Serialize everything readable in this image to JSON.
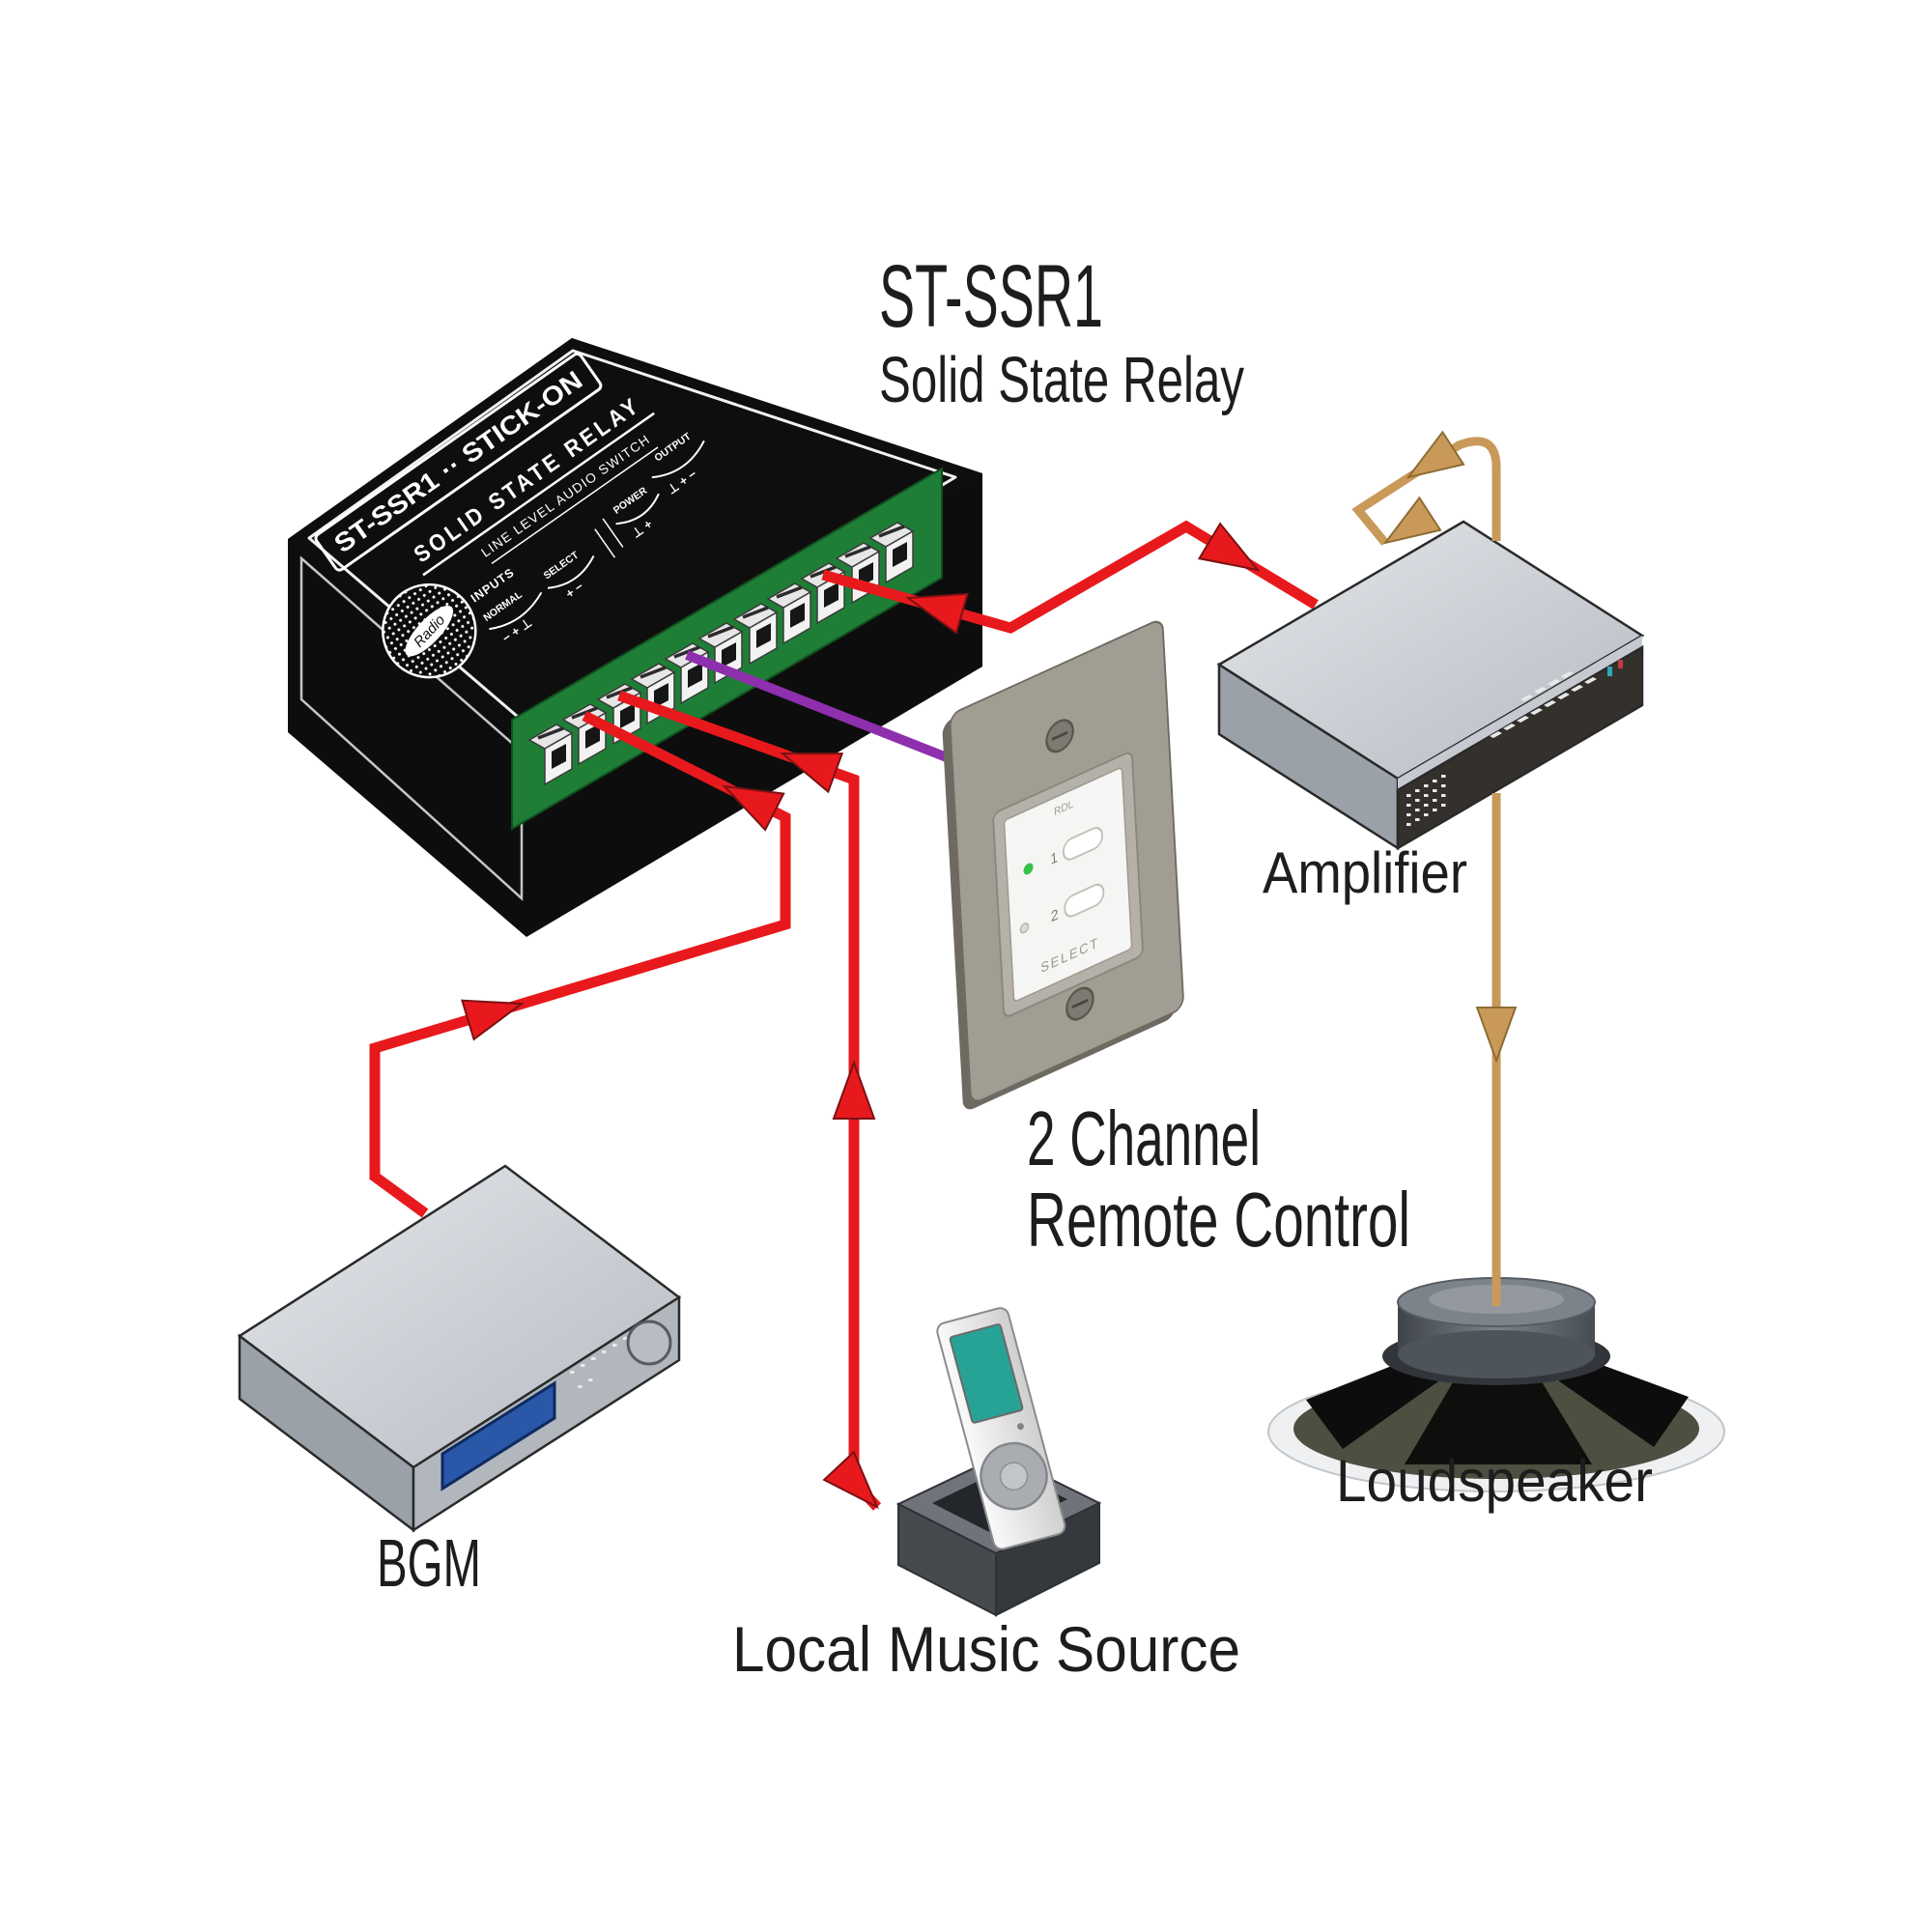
{
  "title": {
    "model": "ST-SSR1",
    "name": "Solid State Relay"
  },
  "relay": {
    "band": "ST-SSR1 ·· STICK-ON",
    "line1": "SOLID STATE RELAY",
    "line2": "LINE LEVEL AUDIO SWITCH",
    "logo_script": "Radio",
    "groups": {
      "inputs": "INPUTS",
      "normal": "NORMAL",
      "select": "SELECT",
      "power": "POWER",
      "output": "OUTPUT"
    },
    "marks": {
      "normal": "−  +  ⊥",
      "select": "+  −",
      "power": "⊥  +",
      "output": "⊥  +  −"
    }
  },
  "remote_panel": {
    "brand": "RDL",
    "channel1": "1",
    "channel2": "2",
    "button": "SELECT"
  },
  "labels": {
    "amplifier": "Amplifier",
    "remote_line1": "2 Channel",
    "remote_line2": "Remote Control",
    "bgm": "BGM",
    "local_source": "Local Music Source",
    "loudspeaker": "Loudspeaker"
  },
  "colors": {
    "audio_wire": "#e8191c",
    "control_wire": "#8e2fae",
    "speaker_wire": "#c9995a",
    "relay_body": "#0d0d0d",
    "pcb_green": "#1e7e36",
    "player_screen": "#27a395",
    "bgm_display": "#2a57a8",
    "led_on": "#35c24a"
  }
}
